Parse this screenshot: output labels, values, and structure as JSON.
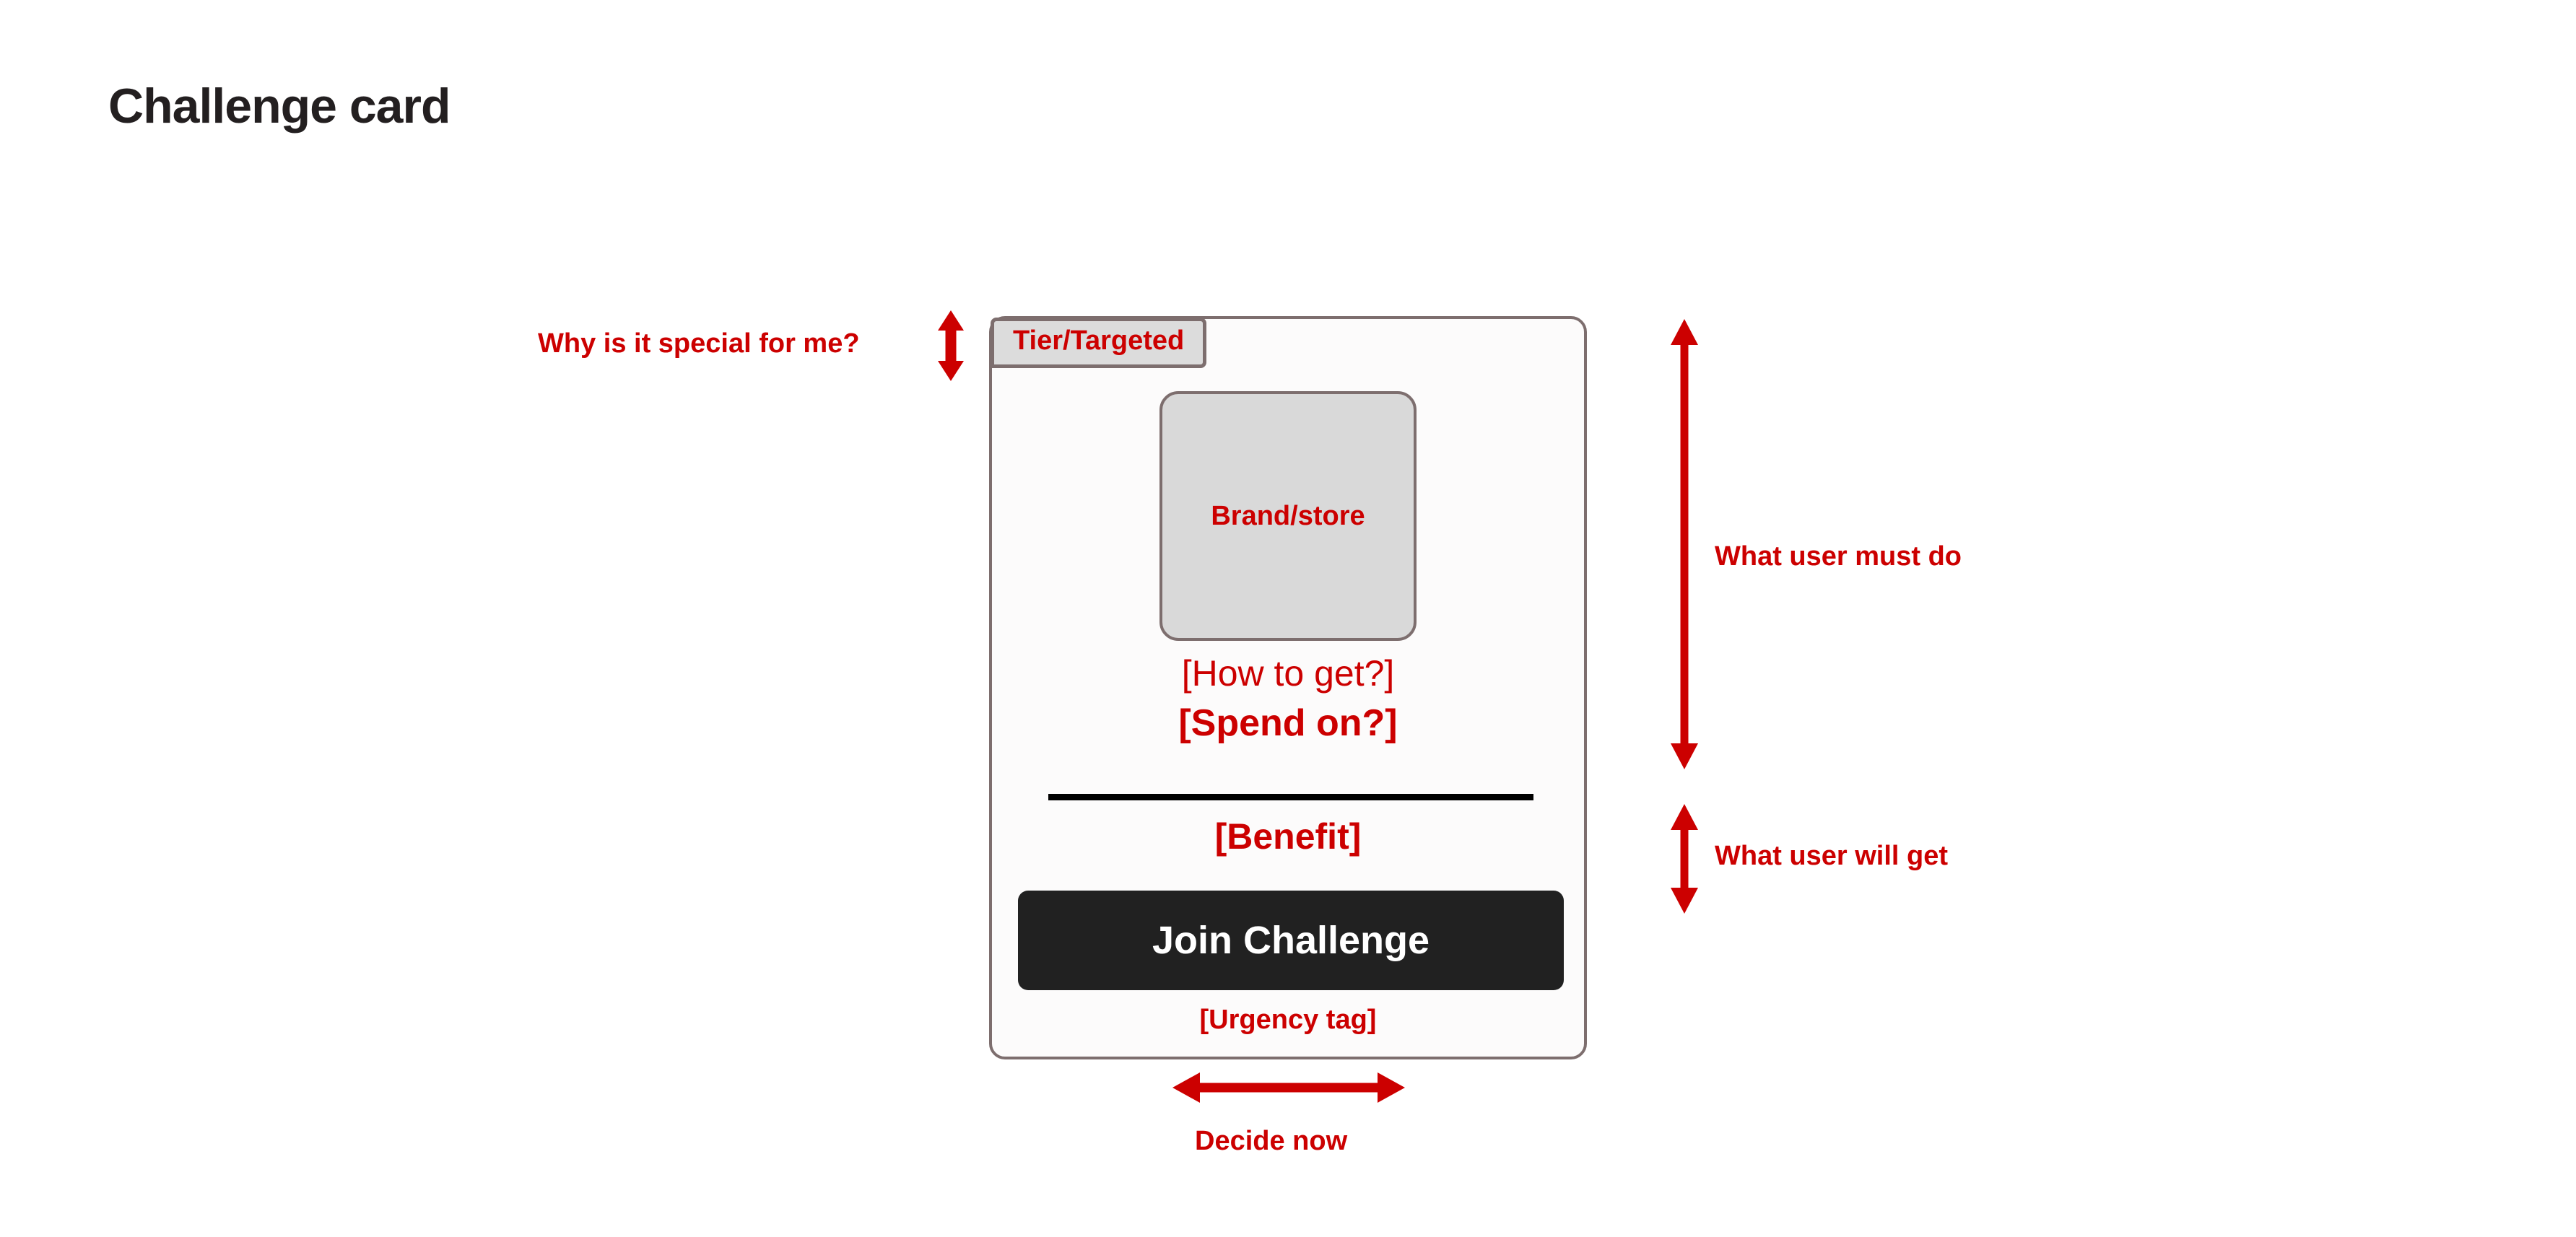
{
  "page": {
    "title": "Challenge card",
    "background_color": "#ffffff",
    "accent_color": "#cc0000"
  },
  "card": {
    "tier_badge": "Tier/Targeted",
    "brand_placeholder": "Brand/store",
    "how_to_get": "[How to get?]",
    "spend_on": "[Spend on?]",
    "benefit": "[Benefit]",
    "cta_label": "Join Challenge",
    "urgency_tag": "[Urgency tag]",
    "border_color": "#7d6e6e",
    "background_color": "#fcfbfb",
    "cta_color": "#212121",
    "badge_fill": "#dcdcdc",
    "brand_fill": "#d9d9d9",
    "divider_color": "#000000"
  },
  "annotations": [
    {
      "id": "why-special",
      "label": "Why is it special for me?",
      "arrow": "vertical-double-arrow"
    },
    {
      "id": "what-must-do",
      "label": "What user must do",
      "arrow": "vertical-double-arrow"
    },
    {
      "id": "what-will-get",
      "label": "What user will get",
      "arrow": "vertical-double-arrow"
    },
    {
      "id": "decide-now",
      "label": "Decide now",
      "arrow": "horizontal-double-arrow"
    }
  ]
}
